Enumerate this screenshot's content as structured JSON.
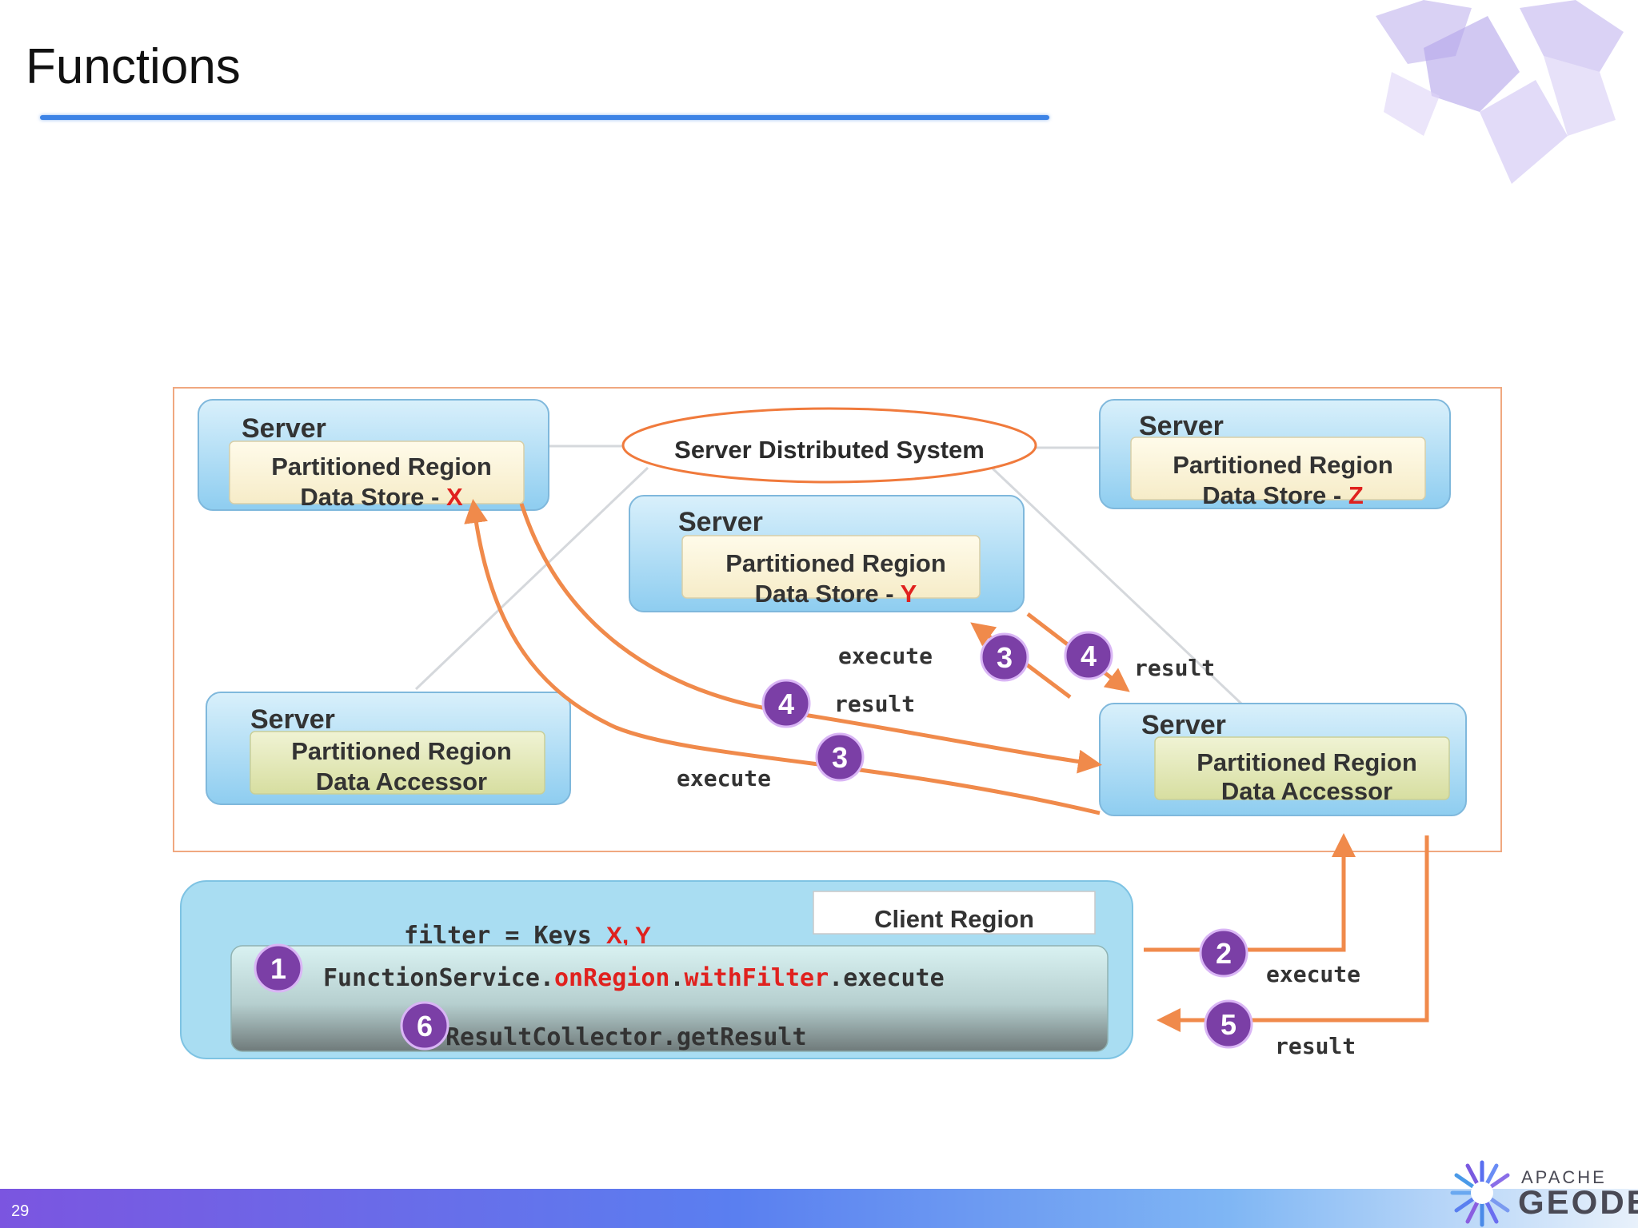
{
  "slide": {
    "title": "Functions",
    "page_number": "29"
  },
  "logo": {
    "line1": "APACHE",
    "line2": "GEODE"
  },
  "diagram": {
    "system_label": "Server Distributed System",
    "client_region_label": "Client Region",
    "servers": [
      {
        "title": "Server",
        "line1": "Partitioned Region",
        "line2": "Data Store - ",
        "tag": "X"
      },
      {
        "title": "Server",
        "line1": "Partitioned Region",
        "line2": "Data Store - ",
        "tag": "Y"
      },
      {
        "title": "Server",
        "line1": "Partitioned Region",
        "line2": "Data Store - ",
        "tag": "Z"
      },
      {
        "title": "Server",
        "line1": "Partitioned Region",
        "line2": "Data Accessor"
      },
      {
        "title": "Server",
        "line1": "Partitioned Region",
        "line2": "Data Accessor"
      }
    ],
    "code": {
      "filter_prefix": "filter = Keys ",
      "filter_keys": "X, Y",
      "call_class": "FunctionService.",
      "call_on_region": "onRegion",
      "call_dot": ".",
      "call_with_filter": "withFilter",
      "call_execute": ".execute",
      "result_call": "ResultCollector.getResult"
    },
    "labels": {
      "execute_y": "execute",
      "result_y": "result",
      "result_x": "result",
      "execute_x": "execute",
      "execute_client": "execute",
      "result_client": "result"
    },
    "steps": [
      "1",
      "2",
      "3",
      "3",
      "4",
      "4",
      "5",
      "6"
    ],
    "colors": {
      "arrow": "#f08a4b",
      "badge": "#7b3fa6",
      "highlight": "#e0211e"
    }
  }
}
